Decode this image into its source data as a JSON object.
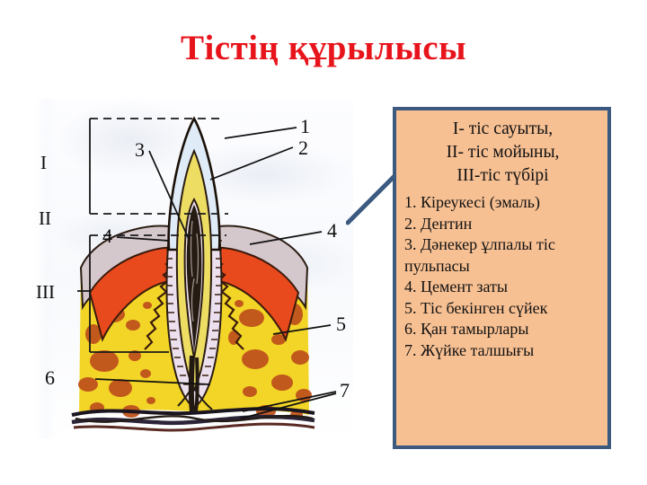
{
  "slide": {
    "title": "Тістің құрылысы",
    "title_color": "#e8141c",
    "background_color": "#ffffff"
  },
  "legend": {
    "background_color": "#f7c093",
    "border_color": "#3c5a80",
    "headings": [
      "I- тіс сауыты,",
      "II- тіс мойыны,",
      "III-тіс түбірі"
    ],
    "items": [
      "1. Кіреукесі (эмаль)",
      "2. Дентин",
      "3. Дәнекер ұлпалы тіс",
      "пульпасы",
      "4. Цемент заты",
      "5. Тіс бекінген сүйек",
      "6. Қан тамырлары",
      "7. Жүйке талшығы"
    ]
  },
  "figure": {
    "roman_labels": [
      {
        "text": "I"
      },
      {
        "text": "II"
      },
      {
        "text": "III"
      }
    ],
    "number_labels": [
      {
        "text": "1"
      },
      {
        "text": "2"
      },
      {
        "text": "3"
      },
      {
        "text": "4"
      },
      {
        "text": "4"
      },
      {
        "text": "5"
      },
      {
        "text": "6"
      },
      {
        "text": "7"
      }
    ],
    "colors": {
      "enamel": "#dce9f4",
      "dentin": "#ecdc6a",
      "pulp": "#2b2118",
      "gingiva": "#e8491d",
      "gum_tissue": "#d8c7c8",
      "bone": "#f0d32c",
      "trabeculae": "#c0531c",
      "cementum": "#e7d8e8",
      "outline": "#1a1008"
    }
  }
}
